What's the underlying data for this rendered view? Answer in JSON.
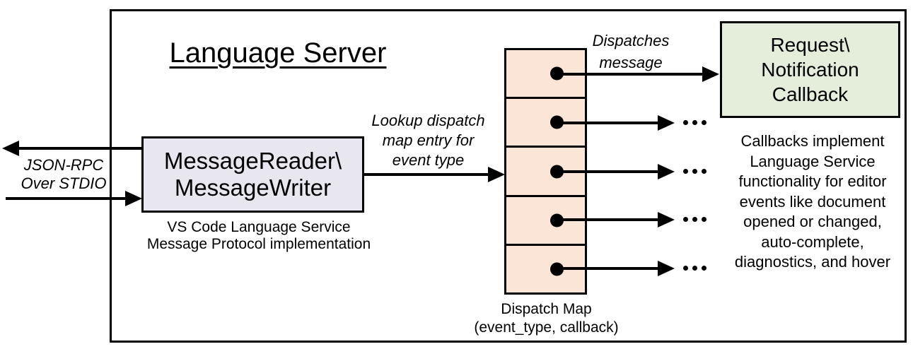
{
  "title": "Language Server",
  "left_io": {
    "label": "JSON-RPC\nOver STDIO"
  },
  "reader": {
    "label": "MessageReader\\\nMessageWriter",
    "caption": "VS Code Language Service\nMessage Protocol implementation",
    "fill": "#e8e7f0"
  },
  "lookup_label": "Lookup dispatch\nmap entry for\nevent type",
  "dispatch_arrow_label": "Dispatches\nmessage",
  "dispatch_map": {
    "rows": 5,
    "fill": "#fbe5d6",
    "caption": "Dispatch Map\n(event_type, callback)"
  },
  "callback": {
    "label": "Request\\\nNotification\nCallback",
    "fill": "#e5eedb",
    "note": "Callbacks implement\nLanguage Service\nfunctionality for editor\nevents like document\nopened or changed,\nauto-complete,\ndiagnostics, and hover"
  },
  "ellipsis_dots": 3,
  "colors": {
    "line": "#000000",
    "background": "#ffffff"
  }
}
